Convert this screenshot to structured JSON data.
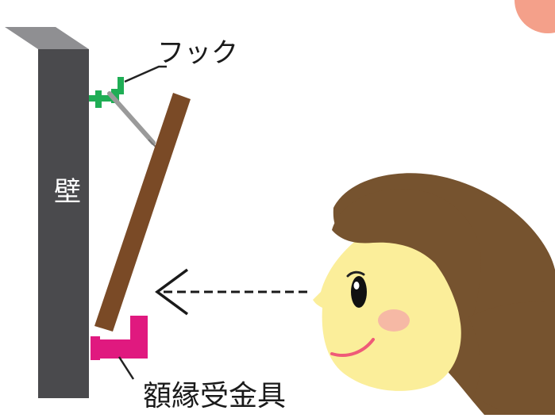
{
  "labels": {
    "wall": "壁",
    "hook": "フック",
    "bracket": "額縁受金具"
  },
  "colors": {
    "wall_face": "#4a4a4d",
    "wall_top": "#8f8f92",
    "frame": "#7a4a26",
    "hook": "#1fae55",
    "wire": "#9a9a9a",
    "bracket": "#e0197f",
    "hair": "#76532f",
    "skin": "#fbee9a",
    "cheek": "#f6b9a5",
    "mouth": "#ef5a78",
    "corner_badge": "#f4a08a"
  }
}
